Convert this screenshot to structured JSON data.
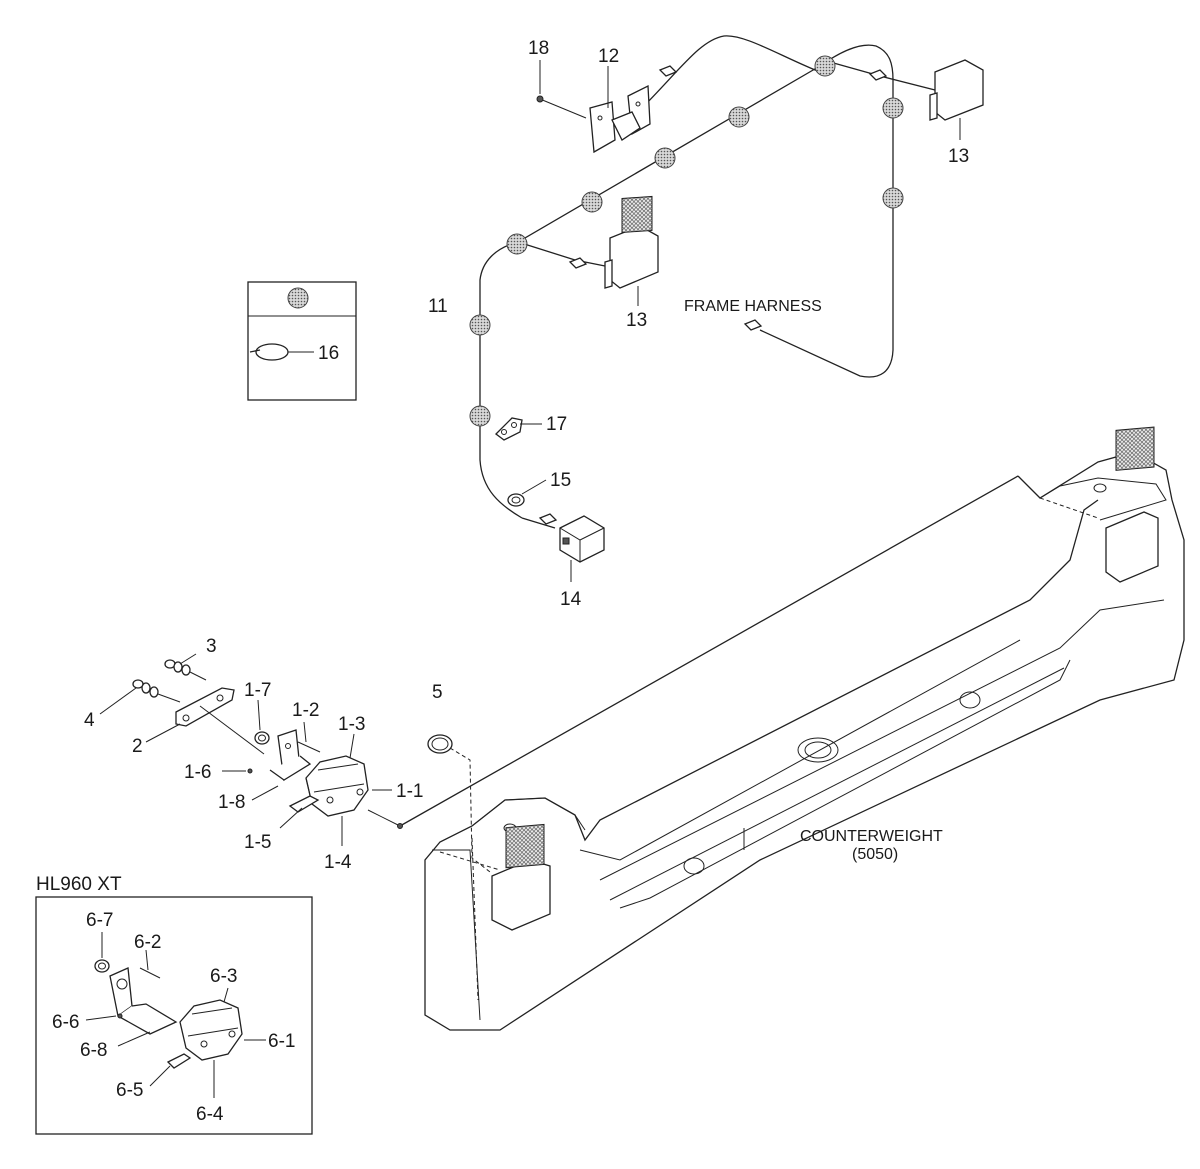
{
  "labels": {
    "p18": "18",
    "p12": "12",
    "p13a": "13",
    "p13b": "13",
    "frame_harness": "FRAME HARNESS",
    "p11": "11",
    "p16": "16",
    "p17": "17",
    "p15": "15",
    "p14": "14",
    "p3": "3",
    "p4": "4",
    "p2": "2",
    "p1_7": "1-7",
    "p1_2": "1-2",
    "p1_3": "1-3",
    "p5": "5",
    "p1_6": "1-6",
    "p1_1": "1-1",
    "p1_8": "1-8",
    "p1_5": "1-5",
    "p1_4": "1-4",
    "counterweight": "COUNTERWEIGHT",
    "counterweight_model": "(5050)",
    "inset_title": "HL960 XT",
    "p6_7": "6-7",
    "p6_2": "6-2",
    "p6_3": "6-3",
    "p6_6": "6-6",
    "p6_8": "6-8",
    "p6_1": "6-1",
    "p6_5": "6-5",
    "p6_4": "6-4"
  },
  "colors": {
    "line": "#222222",
    "background": "#ffffff",
    "clip_fill": "#bdbdbd"
  }
}
